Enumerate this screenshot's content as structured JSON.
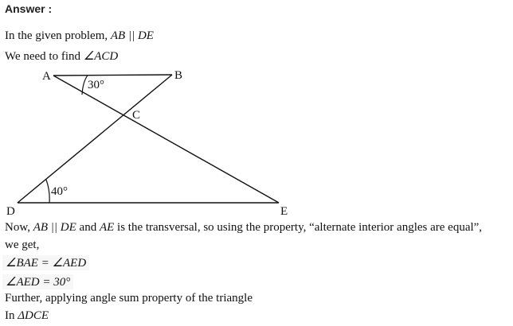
{
  "heading": "Answer :",
  "intro": {
    "given_prefix": "In the given problem,",
    "given_math": "AB || DE",
    "find_prefix": "We need to find",
    "find_math": "∠ACD"
  },
  "figure": {
    "labels": {
      "A": "A",
      "B": "B",
      "C": "C",
      "D": "D",
      "E": "E"
    },
    "angle_a": "30°",
    "angle_d": "40°"
  },
  "body": {
    "now_word": "Now,",
    "parallel_math": "AB || DE",
    "and_word": "and",
    "transversal_math": "AE",
    "property_text": "is the transversal, so using the property, “alternate interior angles are equal”,",
    "we_get": "we get,",
    "eq1": "∠BAE = ∠AED",
    "eq2": "∠AED = 30°",
    "further": "Further, applying angle sum property of the triangle",
    "in_prefix": "In",
    "in_math": "ΔDCE"
  }
}
